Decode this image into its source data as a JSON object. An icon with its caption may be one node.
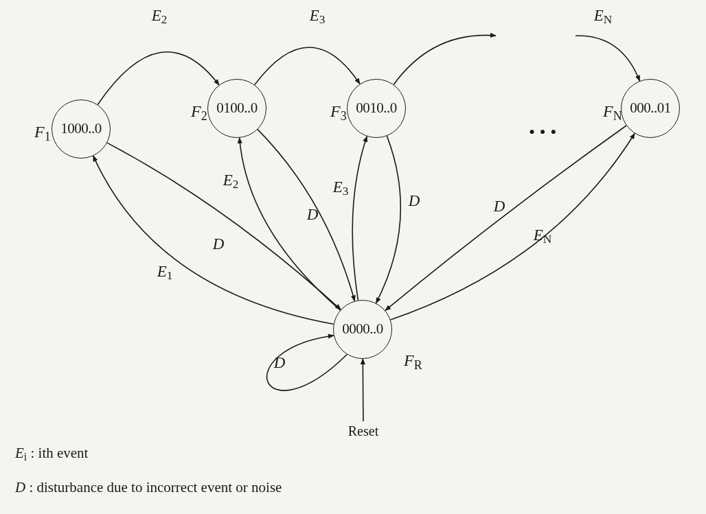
{
  "diagram": {
    "nodes": [
      {
        "text": [
          "1000..0"
        ],
        "beside": [
          "*F*$_{1}$"
        ]
      },
      {
        "text": [
          "0100..0"
        ],
        "beside": [
          "*F*$_{2}$"
        ]
      },
      {
        "text": [
          "0010..0"
        ],
        "beside": [
          "*F*$_{3}$"
        ]
      },
      {
        "text": [
          "000..01"
        ],
        "beside": [
          "*F*$_{N}$"
        ]
      },
      {
        "text": [
          "0000..0"
        ],
        "beside": [
          "*F*$_{R}$"
        ]
      },
      {
        "text": [
          "Reset"
        ]
      }
    ],
    "edges": [
      {
        "from": 0,
        "to": 1,
        "arrow": "to",
        "label": "*E*$_{2}$"
      },
      {
        "from": 1,
        "to": 2,
        "arrow": "to",
        "label": "*E*$_{3}$"
      },
      {
        "from": 2,
        "to": null,
        "arrow": "to"
      },
      {
        "from": null,
        "to": 3,
        "arrow": "to",
        "label": "*E*$_{N}$"
      },
      {
        "from": 4,
        "to": 0,
        "arrow": "to",
        "label": "*E*$_{1}$"
      },
      {
        "from": 0,
        "to": 4,
        "arrow": "to",
        "label": "*D*"
      },
      {
        "from": 4,
        "to": 1,
        "arrow": "to",
        "label": "*E*$_{2}$"
      },
      {
        "from": 1,
        "to": 4,
        "arrow": "to",
        "label": "*D*"
      },
      {
        "from": 4,
        "to": 2,
        "arrow": "to",
        "label": "*E*$_{3}$"
      },
      {
        "from": 2,
        "to": 4,
        "arrow": "to",
        "label": "*D*"
      },
      {
        "from": 3,
        "to": 4,
        "arrow": "to",
        "label": "*D*"
      },
      {
        "from": 4,
        "to": 3,
        "arrow": "to",
        "label": "*E*$_{N}$"
      },
      {
        "from": 4,
        "to": 4,
        "arrow": "to",
        "label": "*D*"
      },
      {
        "from": 5,
        "to": 4,
        "arrow": "to"
      }
    ],
    "labels": [
      "• • •",
      "*E*$_{i}$ : ith event",
      "*D* : disturbance due to incorrect event or noise"
    ]
  }
}
